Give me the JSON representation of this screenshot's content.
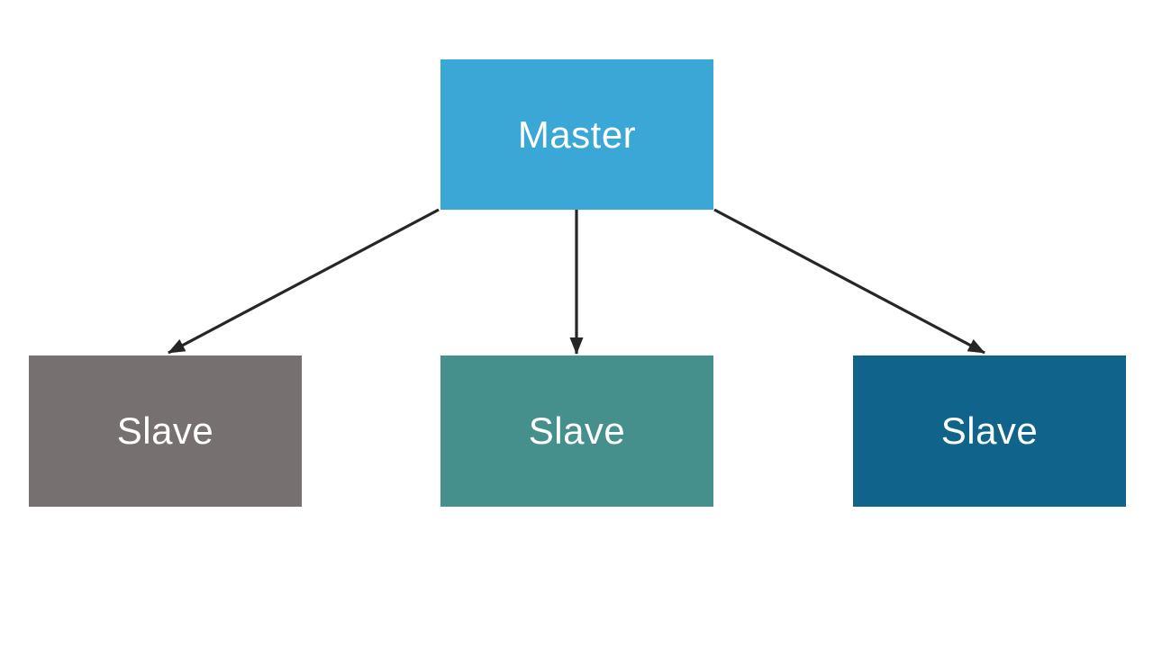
{
  "canvas": {
    "background": "#FFFFFF"
  },
  "diagram": {
    "type": "tree",
    "description": "Master-Slave architecture diagram: one Master node with arrows pointing to three Slave nodes",
    "text_color": "#FFFFFF",
    "arrow_color": "#262626",
    "nodes": [
      {
        "id": "master",
        "label": "Master",
        "fill": "#3AA7D7"
      },
      {
        "id": "slave-left",
        "label": "Slave",
        "fill": "#767070"
      },
      {
        "id": "slave-middle",
        "label": "Slave",
        "fill": "#45908C"
      },
      {
        "id": "slave-right",
        "label": "Slave",
        "fill": "#10648C"
      }
    ],
    "edges": [
      {
        "from": "master",
        "to": "slave-left"
      },
      {
        "from": "master",
        "to": "slave-middle"
      },
      {
        "from": "master",
        "to": "slave-right"
      }
    ]
  }
}
